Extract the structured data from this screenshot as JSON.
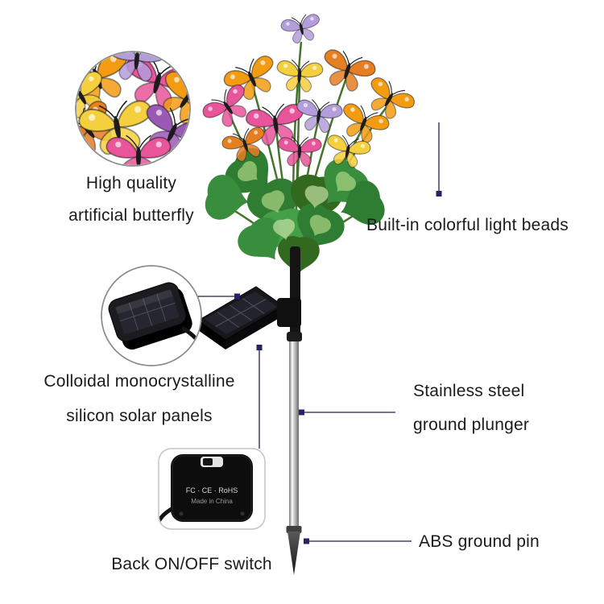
{
  "callouts": {
    "butterfly": {
      "line1": "High quality",
      "line2": "artificial butterfly"
    },
    "light_beads": {
      "text": "Built-in colorful light beads"
    },
    "solar_panel": {
      "line1": "Colloidal monocrystalline",
      "line2": "silicon solar panels"
    },
    "plunger": {
      "line1": "Stainless steel",
      "line2": "ground plunger"
    },
    "ground_pin": {
      "text": "ABS ground pin"
    },
    "switch": {
      "text": "Back ON/OFF switch"
    }
  },
  "back_panel": {
    "marks": "FC · CE · RoHS",
    "made_in": "Made in China"
  },
  "colors": {
    "background": "#ffffff",
    "text": "#1b1b1b",
    "leader_line": "#20204a",
    "marker": "#23236b",
    "butterfly_palette": [
      "#f39c12",
      "#e8559a",
      "#f4d03f",
      "#b39ddb",
      "#e67e22",
      "#9b59b6"
    ],
    "leaf_green": "#2e7d32"
  }
}
